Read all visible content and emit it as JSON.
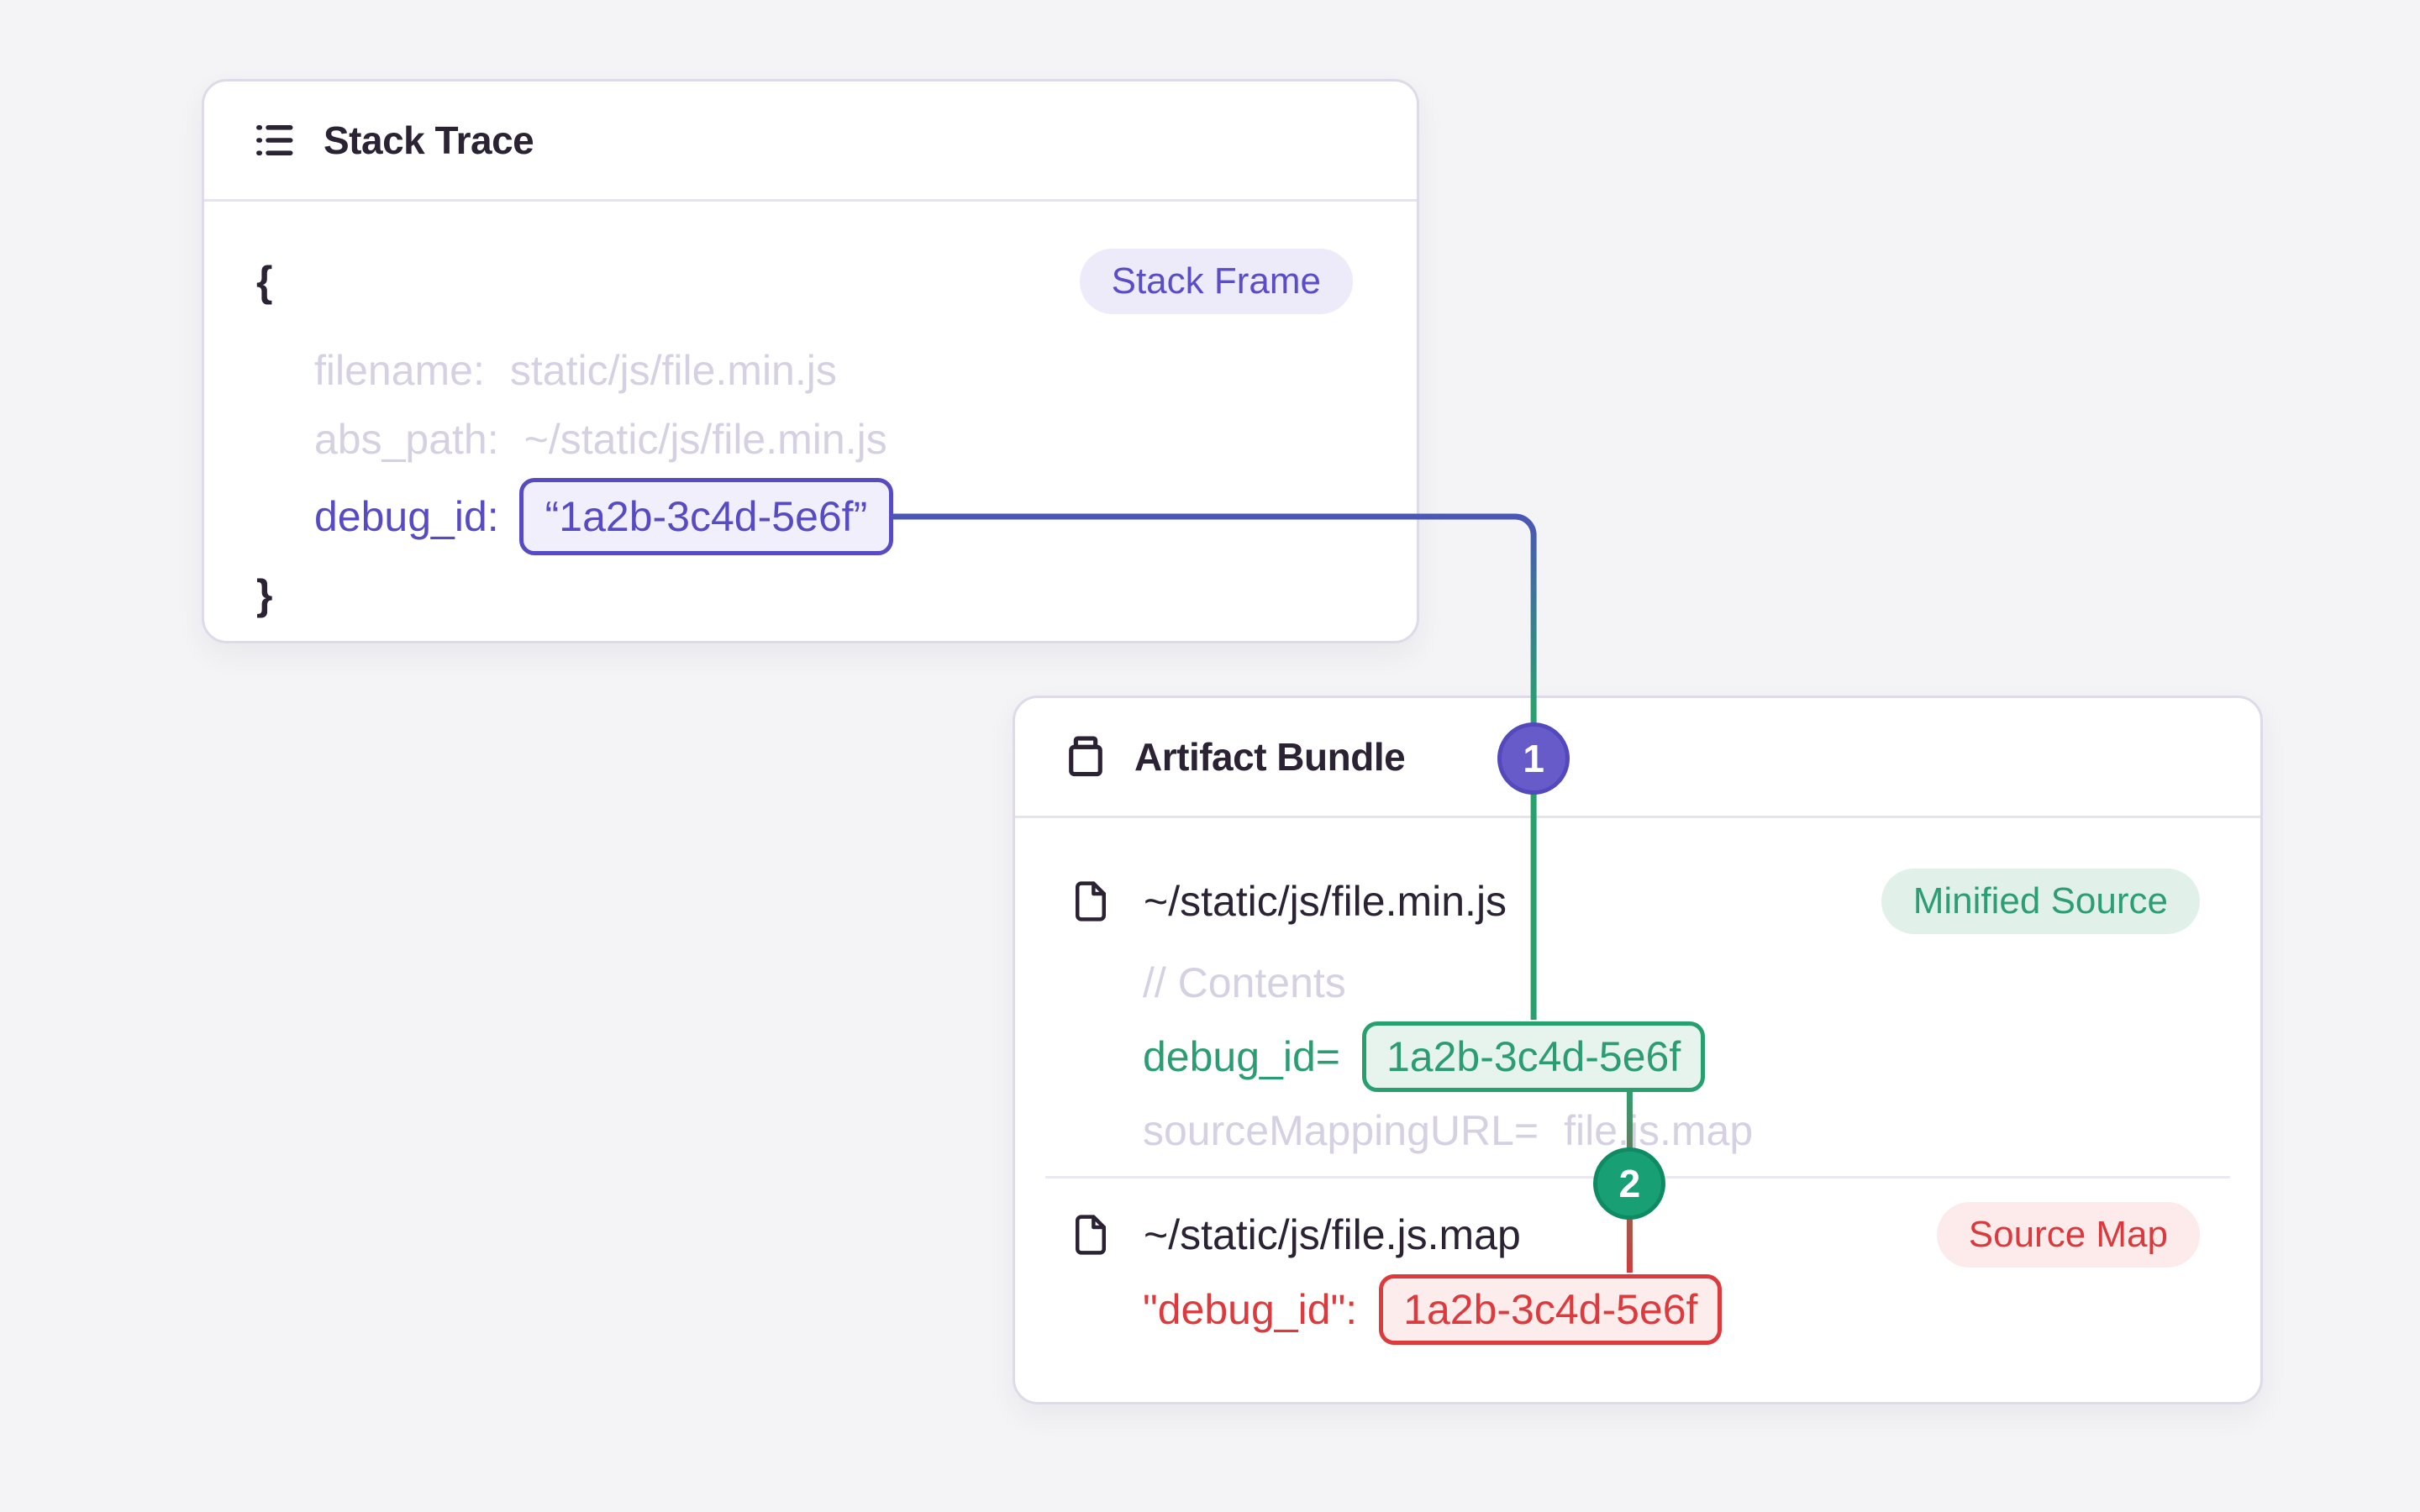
{
  "stack_card": {
    "title": "Stack Trace",
    "badge": "Stack Frame",
    "open_brace": "{",
    "close_brace": "}",
    "rows": {
      "filename_key": "filename:",
      "filename_value": "static/js/file.min.js",
      "abs_path_key": "abs_path:",
      "abs_path_value": "~/static/js/file.min.js",
      "debug_key": "debug_id:",
      "debug_value": "“1a2b-3c4d-5e6f”"
    }
  },
  "artifact_card": {
    "title": "Artifact Bundle",
    "minified": {
      "path": "~/static/js/file.min.js",
      "badge": "Minified Source",
      "contents_comment": "// Contents",
      "debug_key": "debug_id=",
      "debug_value": "1a2b-3c4d-5e6f",
      "mapping_key": "sourceMappingURL=",
      "mapping_value": "file.js.map"
    },
    "sourcemap": {
      "path": "~/static/js/file.js.map",
      "badge": "Source Map",
      "debug_key": "\"debug_id\":",
      "debug_value": "1a2b-3c4d-5e6f"
    }
  },
  "connectors": {
    "marker1": "1",
    "marker2": "2",
    "indigo": "#4a57b4",
    "green": "#2aa06f",
    "green2": "#2f9d6f",
    "red": "#d23b3b"
  },
  "colors": {
    "page_bg": "#f4f4f7",
    "card_border": "#dedae9",
    "dark_text": "#2b2233",
    "dim_text": "#d5d1e2",
    "purple": "#574bc4",
    "green": "#2c9d72",
    "red": "#dc3a3c"
  }
}
